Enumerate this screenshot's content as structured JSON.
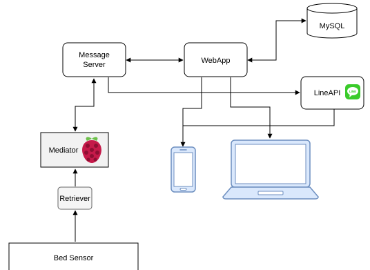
{
  "nodes": {
    "message_server": {
      "line1": "Message",
      "line2": "Server"
    },
    "webapp": {
      "label": "WebApp"
    },
    "mysql": {
      "label": "MySQL"
    },
    "lineapi": {
      "label": "LineAPI",
      "logo_text": "LINE"
    },
    "mediator": {
      "label": "Mediator"
    },
    "retriever": {
      "label": "Retriever"
    },
    "bed_sensor": {
      "label": "Bed Sensor"
    }
  },
  "colors": {
    "line_green": "#3ACB2A",
    "device_blue": "#6C8EBF",
    "device_fill": "#DAE8FC",
    "raspberry_red": "#C51A4A",
    "raspberry_leaf": "#6CC04A"
  },
  "icons": {
    "phone": "smartphone-icon",
    "laptop": "laptop-icon",
    "raspberry": "raspberry-pi-icon",
    "database": "database-icon"
  }
}
